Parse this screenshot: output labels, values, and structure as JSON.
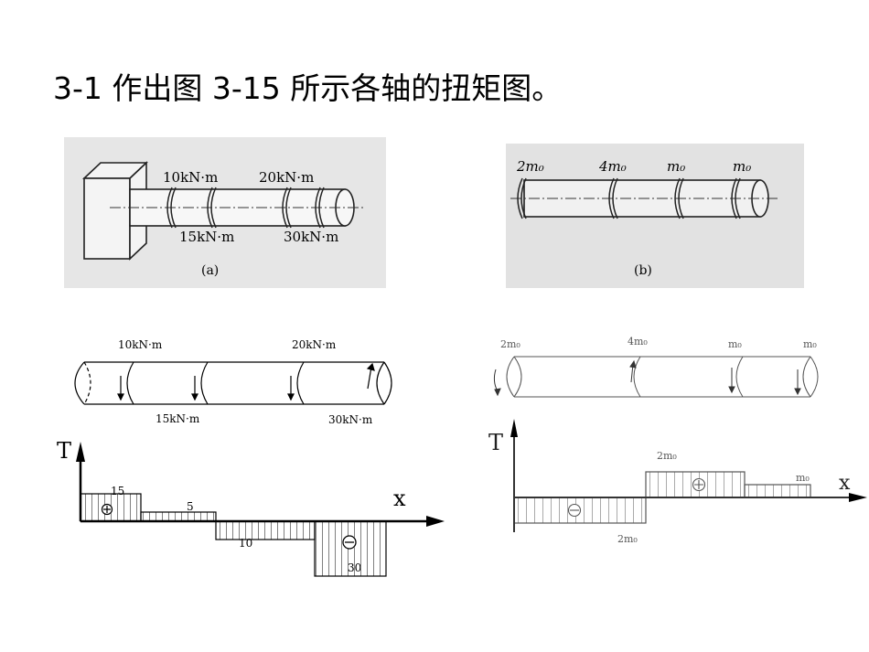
{
  "title": "3-1  作出图 3-15 所示各轴的扭矩图。",
  "scan_a": {
    "caption": "(a)",
    "labels": [
      "10kN·m",
      "20kN·m",
      "15kN·m",
      "30kN·m"
    ]
  },
  "scan_b": {
    "caption": "(b)",
    "labels": [
      "2m₀",
      "4m₀",
      "m₀",
      "m₀"
    ]
  },
  "shaft_a": {
    "labels": [
      "10kN·m",
      "20kN·m",
      "15kN·m",
      "30kN·m"
    ]
  },
  "shaft_b": {
    "labels": [
      "2m₀",
      "4m₀",
      "m₀",
      "m₀"
    ]
  },
  "torque_a": {
    "axis_y": "T",
    "axis_x": "x",
    "segment_values": [
      15,
      5,
      -10,
      -30
    ],
    "value_labels": [
      "15",
      "5",
      "10",
      "30"
    ]
  },
  "torque_b": {
    "axis_y": "T",
    "axis_x": "x",
    "segment_values": [
      "-2m₀",
      "2m₀",
      "m₀"
    ],
    "value_labels": [
      "2m₀",
      "2m₀",
      "m₀"
    ]
  },
  "colors": {
    "scan_bg": "#e4e4e4",
    "ink": "#000000",
    "light_ink": "#555555"
  }
}
